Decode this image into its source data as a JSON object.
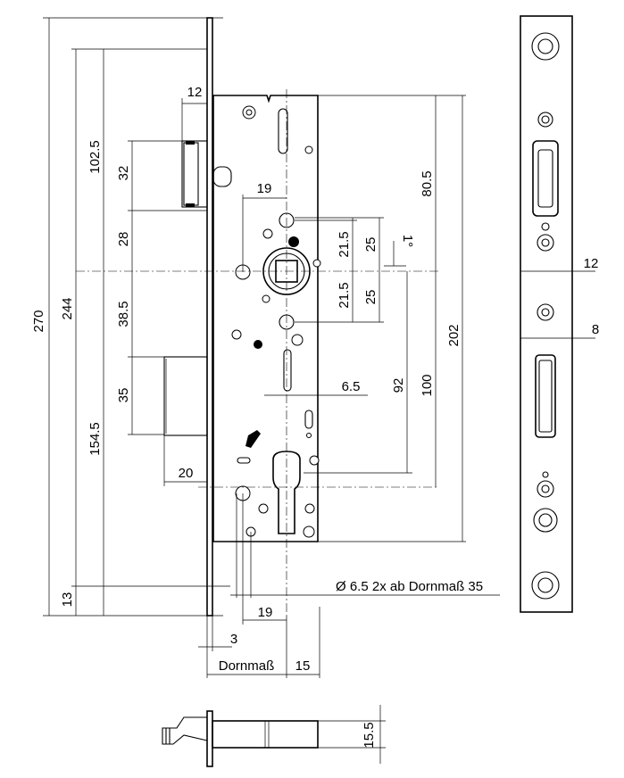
{
  "dimensions": {
    "lock_height": "270",
    "faceplate_length": "244",
    "latch_offset": "102.5",
    "latch_height": "32",
    "latch_to_spindle": "28",
    "spindle_to_deadbolt": "38.5",
    "deadbolt_height": "35",
    "deadbolt_to_bottom": "154.5",
    "bottom_offset": "13",
    "latch_projection": "12",
    "deadbolt_projection": "20",
    "spindle_offset": "19",
    "lever_upper_offset": "21.5",
    "lever_lower_offset": "21.5",
    "upper_lever_pitch": "25",
    "lower_lever_pitch": "25",
    "angle": "1°",
    "slot_width": "6.5",
    "spindle_to_cylinder": "92",
    "cylinder_distance": "100",
    "case_height": "202",
    "top_case": "80.5",
    "bottom_spacing": "19",
    "faceplate_step": "3",
    "backset_label": "Dornmaß",
    "backset_extra": "15",
    "fixing_holes_note": "Ø 6.5  2x ab Dornmaß 35",
    "faceplate_latch_projection": "12",
    "faceplate_bolt_projection": "8",
    "bottom_view_thickness": "15.5"
  }
}
